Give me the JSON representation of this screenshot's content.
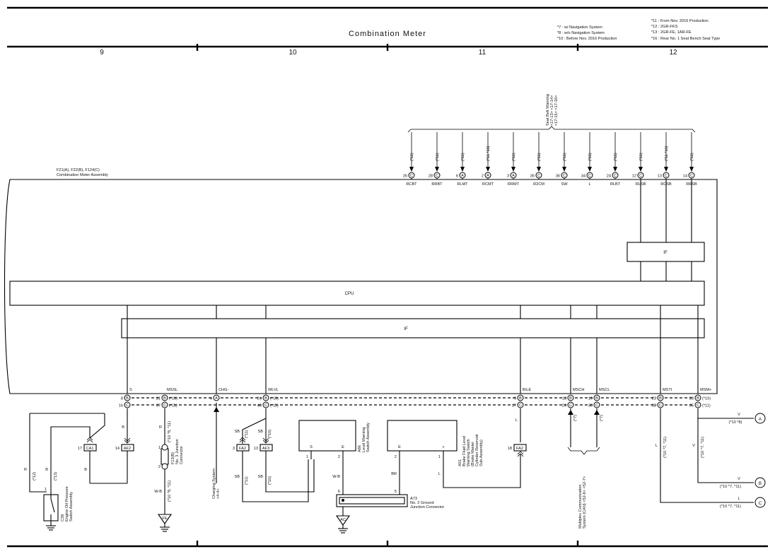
{
  "title": "Combination Meter",
  "legend_left": [
    "*7 : w/ Navigation System",
    "*8 : w/o Navigation System",
    "*10 : Before Nov. 2016 Production"
  ],
  "legend_right": [
    "*11 : From Nov. 2016 Production",
    "*12 : 2GR-FKS",
    "*13 : 2GR-FE, 1AR-FE",
    "*16 : Rear No. 1 Seat Bench Seat Type"
  ],
  "grid_cols": [
    "9",
    "10",
    "11",
    "12"
  ],
  "assembly": [
    "F21(A), F22(B), F124(C)",
    "Combination Meter Assembly"
  ],
  "seat_belt_label": [
    "Seat Belt Warning",
    "<17-13> <17-14>",
    "<17-15> <17-16>"
  ],
  "top_pins": [
    {
      "num": "26",
      "conn": "C",
      "name": "RCBT",
      "note": "(*11)"
    },
    {
      "num": "28",
      "conn": "C",
      "name": "RRBT",
      "note": "(*11)"
    },
    {
      "num": "6",
      "conn": "A",
      "name": "RLMT",
      "note": "(*11)"
    },
    {
      "num": "2",
      "conn": "A",
      "name": "RCMT",
      "note": "(*11 *16)"
    },
    {
      "num": "3",
      "conn": "A",
      "name": "RRMT",
      "note": "(*11)"
    },
    {
      "num": "35",
      "conn": "C",
      "name": "R2CM",
      "note": "(*11)"
    },
    {
      "num": "36",
      "conn": "C",
      "name": "SW",
      "note": "(*11)"
    },
    {
      "num": "34",
      "conn": "C",
      "name": "L",
      "note": "(*11)"
    },
    {
      "num": "24",
      "conn": "C",
      "name": "RLBT",
      "note": "(*11)"
    },
    {
      "num": "12",
      "conn": "C",
      "name": "RLSB",
      "note": "(*11)"
    },
    {
      "num": "13",
      "conn": "C",
      "name": "RCSB",
      "note": "(*11 *16)"
    },
    {
      "num": "14",
      "conn": "C",
      "name": "RRSB",
      "note": "(*11)"
    }
  ],
  "blocks": {
    "if_top": "IF",
    "cpu": "CPU",
    "if_mid": "IF"
  },
  "bottom_pins": [
    {
      "name": "S",
      "upper": "8",
      "uc": "B",
      "lower": "16",
      "lc": "C",
      "note_u": "",
      "note_l": ""
    },
    {
      "name": "MSSL",
      "upper": "21",
      "uc": "B",
      "lower": "37",
      "lc": "C",
      "note_u": "(*10)",
      "note_l": "(*11)"
    },
    {
      "name": "CHG-",
      "upper": "4",
      "uc": "A",
      "lower": "",
      "lc": "",
      "note_u": "",
      "note_l": ""
    },
    {
      "name": "WLVL",
      "upper": "24",
      "uc": "B",
      "lower": "40",
      "lc": "C",
      "note_u": "(*10)",
      "note_l": "(*11)"
    },
    {
      "name": "B/LE",
      "upper": "9",
      "uc": "B",
      "lower": "17",
      "lc": "C",
      "note_u": "",
      "note_l": ""
    },
    {
      "name": "MSCH",
      "upper": "18",
      "uc": "B",
      "lower": "29",
      "lc": "C",
      "note_u": "",
      "note_l": ""
    },
    {
      "name": "MSCL",
      "upper": "19",
      "uc": "B",
      "lower": "30",
      "lc": "C",
      "note_u": "",
      "note_l": ""
    },
    {
      "name": "MSTI",
      "upper": "22",
      "uc": "B",
      "lower": "38",
      "lc": "C",
      "note_u": "",
      "note_l": ""
    },
    {
      "name": "MSM+",
      "upper": "23",
      "uc": "B",
      "lower": "35",
      "lc": "C",
      "note_u": "(*10)",
      "note_l": "(*11)"
    }
  ],
  "wire_colors": {
    "r": "R",
    "b": "B",
    "sb": "SB",
    "l": "L",
    "v": "V",
    "wb": "W-B",
    "br": "BR"
  },
  "notes": {
    "n12": "(*12)",
    "n13": "(*13)",
    "n10": "(*10)",
    "n11": "(*11)",
    "n7": "(*7)",
    "n10_8_11": "(*10 *8, *11)",
    "n10_7_11": "(*10 *7, *11)",
    "n10_8": "(*10 *8)"
  },
  "connectors": {
    "ca1": {
      "pin": "17",
      "label": "CA1"
    },
    "af2": {
      "pin": "14",
      "label": "AF2"
    },
    "f13": {
      "upper": "1",
      "lower": "2",
      "name": [
        "F13(B)",
        "No. 3 Junction",
        "Connector"
      ]
    },
    "fa2": {
      "pin": "3",
      "label": "FA2"
    },
    "af3": {
      "pin": "13",
      "label": "AF3"
    },
    "fa2b": {
      "pin": "18",
      "label": "FA2"
    }
  },
  "components": {
    "c39": {
      "pin": "1",
      "name": [
        "C39",
        "Engine Oil Pressure",
        "Switch Assembly"
      ]
    },
    "a66": {
      "pin_s": "S",
      "pin_e": "E",
      "p1": "1",
      "p2": "2",
      "name": [
        "A66",
        "Level Warning",
        "Switch Assembly"
      ]
    },
    "a51": {
      "pin_e": "E",
      "pin_plus": "+",
      "p2": "2",
      "p1": "1",
      "name": [
        "A51",
        "Brake Fluid Level",
        "Warning Switch",
        "(Brake Master",
        "Cylinder Reservoir",
        "Sub-Assembly)"
      ]
    },
    "a73": {
      "p6": "6",
      "p5": "5",
      "name": [
        "A73",
        "No. 2 Ground",
        "Junction Connector"
      ]
    }
  },
  "grounds": {
    "fe": "FE",
    "ac": "AC"
  },
  "charging": [
    "Charging System",
    "<4-4>"
  ],
  "multiplex": [
    "Multiplex Communication",
    "System (CAN) <52-6> <52-7>"
  ],
  "letters": {
    "a": "A",
    "b": "B",
    "c": "C"
  }
}
